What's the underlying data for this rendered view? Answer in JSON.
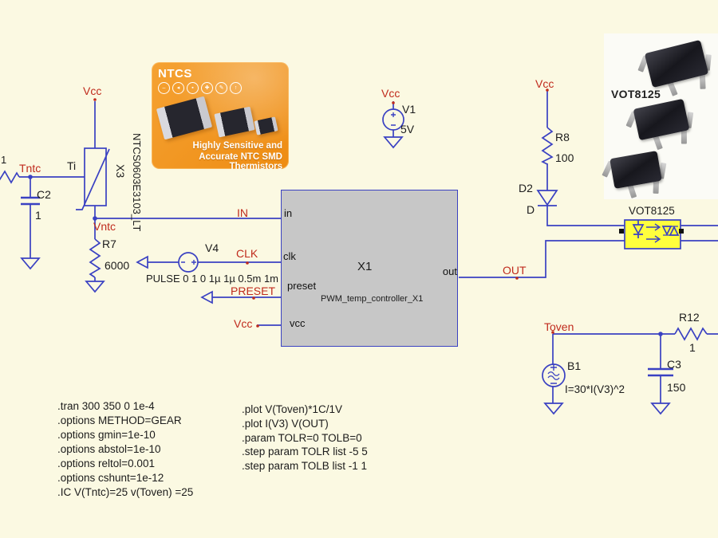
{
  "colors": {
    "background": "#fbf9e2",
    "wire_blue": "#3a41c2",
    "net_label_red": "#c02b1d",
    "block_gray": "#c7c7c7",
    "opto_yellow": "#ffff3d",
    "banner_orange": "#ee8c12"
  },
  "labels": {
    "edge_res_value": "1",
    "tntc": "Tntc",
    "ti_pin": "Ti",
    "c2_ref": "C2",
    "c2_value": "1",
    "x3_ref": "X3",
    "x3_model": "NTCS0603E3103_LT",
    "vcc_thermistor": "Vcc",
    "vntc": "Vntc",
    "r7_ref": "R7",
    "r7_value": "6000",
    "v4_ref": "V4",
    "v4_value": "PULSE 0 1 0 1µ 1µ 0.5m 1m",
    "clk": "CLK",
    "preset": "PRESET",
    "in_net": "IN",
    "vcc_x1": "Vcc",
    "vcc_v1": "Vcc",
    "v1_ref": "V1",
    "v1_value": "5V",
    "vcc_r8": "Vcc",
    "r8_ref": "R8",
    "r8_value": "100",
    "d2_ref": "D2",
    "d2_model": "D",
    "out_net": "OUT",
    "opto_symbol": "VOT8125",
    "toven": "Toven",
    "b1_ref": "B1",
    "b1_value": "I=30*I(V3)^2",
    "c3_ref": "C3",
    "c3_value": "150",
    "r12_ref": "R12",
    "r12_value": "1"
  },
  "x1_block": {
    "ref": "X1",
    "model": "PWM_temp_controller_X1",
    "pin_in": "in",
    "pin_clk": "clk",
    "pin_preset": "preset",
    "pin_vcc": "vcc",
    "pin_out": "out"
  },
  "ntcs_banner": {
    "title": "NTCS",
    "tagline1": "Highly Sensitive and",
    "tagline2": "Accurate NTC SMD Thermistors"
  },
  "vot_photo": {
    "label": "VOT8125"
  },
  "directives_left": [
    ".tran 300 350 0 1e-4",
    ".options METHOD=GEAR",
    ".options gmin=1e-10",
    ".options abstol=1e-10",
    ".options reltol=0.001",
    ".options cshunt=1e-12",
    ".IC V(Tntc)=25 v(Toven) =25"
  ],
  "directives_middle": [
    ".plot V(Toven)*1C/1V",
    ".plot I(V3) V(OUT)",
    ".param TOLR=0 TOLB=0",
    ".step param TOLR list -5 5",
    ".step param TOLB list -1 1"
  ]
}
